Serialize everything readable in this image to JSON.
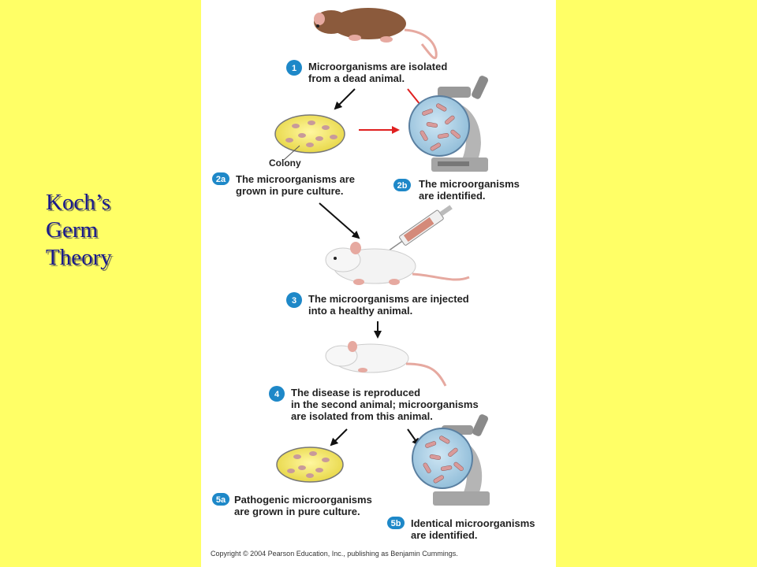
{
  "slide": {
    "title_lines": [
      "Koch’s",
      "Germ",
      "Theory"
    ]
  },
  "figure": {
    "step1": {
      "badge": "1",
      "lines": [
        "Microorganisms are isolated",
        "from a dead animal."
      ]
    },
    "colony_label": "Colony",
    "step2a": {
      "badge": "2a",
      "lines": [
        "The microorganisms are",
        "grown in pure culture."
      ]
    },
    "step2b": {
      "badge": "2b",
      "lines": [
        "The microorganisms",
        "are identified."
      ]
    },
    "step3": {
      "badge": "3",
      "lines": [
        "The microorganisms are injected",
        "into a healthy animal."
      ]
    },
    "step4": {
      "badge": "4",
      "lines": [
        "The disease is reproduced",
        "in the second animal; microorganisms",
        "are isolated from this animal."
      ]
    },
    "step5a": {
      "badge": "5a",
      "lines": [
        "Pathogenic microorganisms",
        "are grown in pure culture."
      ]
    },
    "step5b": {
      "badge": "5b",
      "lines": [
        "Identical microorganisms",
        "are identified."
      ]
    },
    "copyright": "Copyright © 2004 Pearson Education, Inc., publishing as Benjamin Cummings."
  },
  "colors": {
    "background": "#ffff66",
    "title": "#1a1a8c",
    "badge": "#1e88c8",
    "arrow_red": "#e02020"
  }
}
